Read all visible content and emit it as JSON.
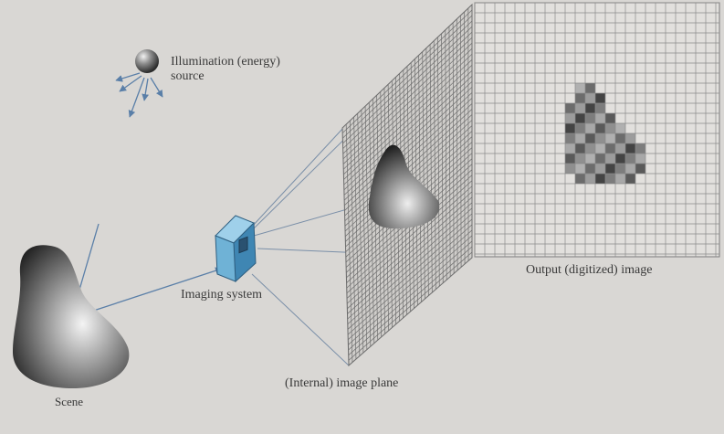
{
  "labels": {
    "illumination_line1": "Illumination (energy)",
    "illumination_line2": "source",
    "imaging_system": "Imaging system",
    "image_plane": "(Internal) image plane",
    "output": "Output (digitized) image",
    "scene": "Scene"
  },
  "colors": {
    "background": "#d9d7d4",
    "grid_line": "#6e6e6e",
    "ray": "#5a7fa8",
    "camera_face": "#6fb2d6",
    "camera_side": "#3f86b3",
    "text": "#3a3a3a"
  },
  "icons": {
    "light_source": "sphere-with-rays",
    "camera": "box-with-aperture"
  }
}
